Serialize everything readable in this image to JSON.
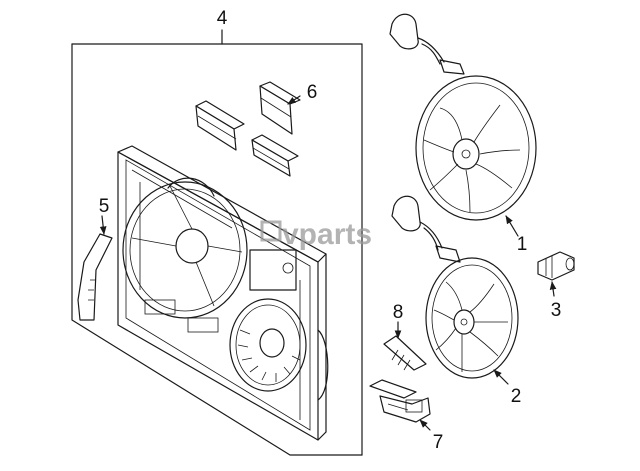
{
  "diagram": {
    "callouts": [
      {
        "id": "c4",
        "label": "4"
      },
      {
        "id": "c6",
        "label": "6"
      },
      {
        "id": "c5",
        "label": "5"
      },
      {
        "id": "c1",
        "label": "1"
      },
      {
        "id": "c3",
        "label": "3"
      },
      {
        "id": "c8",
        "label": "8"
      },
      {
        "id": "c2",
        "label": "2"
      },
      {
        "id": "c7",
        "label": "7"
      }
    ]
  },
  "watermark": {
    "text": "vparts"
  },
  "colors": {
    "line": "#1a1a1a",
    "background": "#ffffff",
    "watermark": "#9a9a9a"
  }
}
